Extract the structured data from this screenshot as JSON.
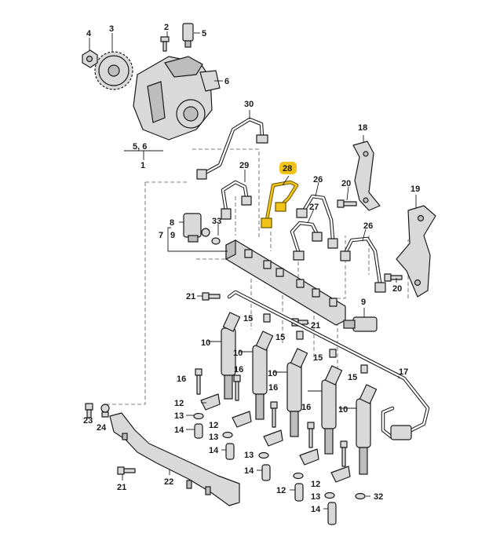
{
  "callouts": {
    "c1": "1",
    "c2": "2",
    "c3": "3",
    "c4": "4",
    "c5": "5",
    "c56": "5, 6",
    "c6": "6",
    "c7": "7",
    "c8": "8",
    "c9a": "9",
    "c9b": "9",
    "c10a": "10",
    "c10b": "10",
    "c10c": "10",
    "c10d": "10",
    "c12a": "12",
    "c12b": "12",
    "c12c": "12",
    "c12d": "12",
    "c13a": "13",
    "c13b": "13",
    "c13c": "13",
    "c13d": "13",
    "c14a": "14",
    "c14b": "14",
    "c14c": "14",
    "c14d": "14",
    "c15a": "15",
    "c15b": "15",
    "c15c": "15",
    "c15d": "15",
    "c16a": "16",
    "c16b": "16",
    "c16c": "16",
    "c16d": "16",
    "c17": "17",
    "c18": "18",
    "c19": "19",
    "c20a": "20",
    "c20b": "20",
    "c21a": "21",
    "c21b": "21",
    "c21c": "21",
    "c22": "22",
    "c23": "23",
    "c24": "24",
    "c26a": "26",
    "c26b": "26",
    "c27": "27",
    "c28": "28",
    "c29": "29",
    "c30": "30",
    "c32": "32",
    "c33": "33"
  },
  "colors": {
    "highlight": "#f0c419",
    "line": "#1a1a1a",
    "part_fill": "#d9d9d9"
  },
  "highlighted_part": "28"
}
